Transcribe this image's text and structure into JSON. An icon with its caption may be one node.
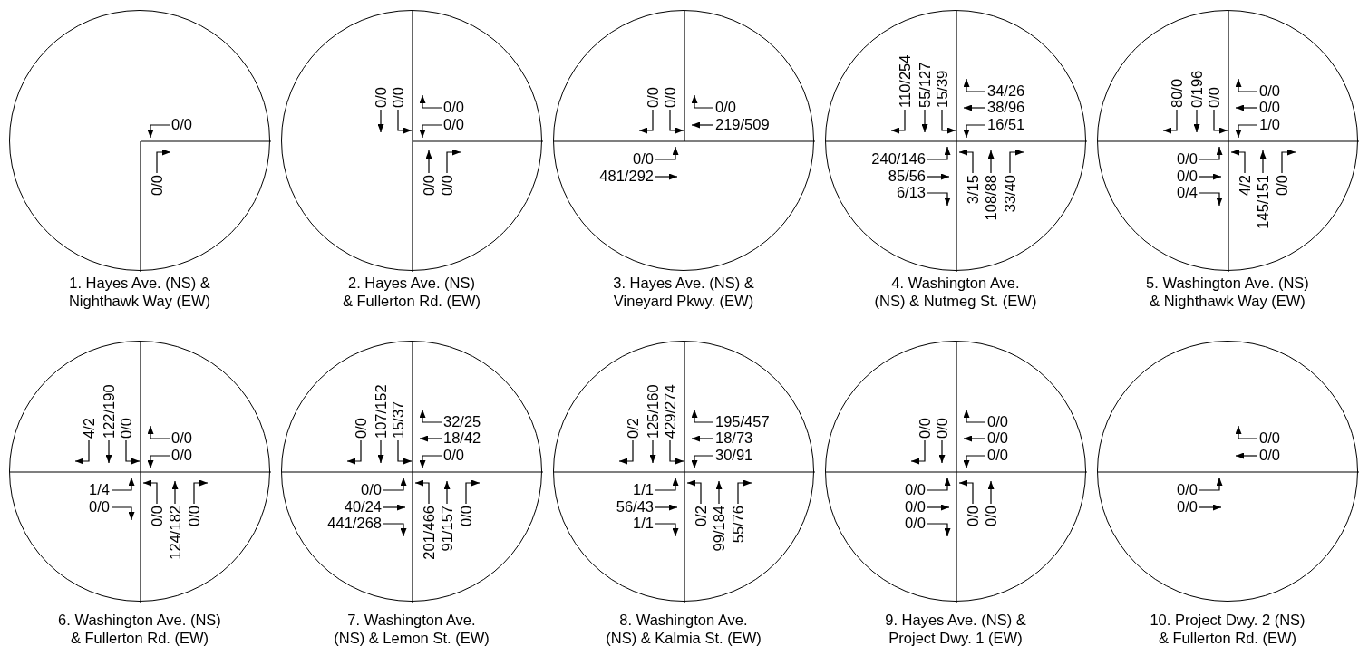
{
  "diagram": {
    "nodes": [
      {
        "text": [
          "1. Hayes Ave. (NS) & Nighthawk Way (EW)"
        ]
      },
      {
        "text": [
          "2. Hayes Ave. (NS) & Fullerton Rd. (EW)"
        ]
      },
      {
        "text": [
          "3. Hayes Ave. (NS) & Vineyard Pkwy. (EW)"
        ]
      },
      {
        "text": [
          "4. Washington Ave. (NS) & Nutmeg St. (EW)"
        ]
      },
      {
        "text": [
          "5. Washington Ave. (NS) & Nighthawk Way (EW)"
        ]
      },
      {
        "text": [
          "6. Washington Ave. (NS) & Fullerton Rd. (EW)"
        ]
      },
      {
        "text": [
          "7. Washington Ave. (NS) & Lemon St. (EW)"
        ]
      },
      {
        "text": [
          "8. Washington Ave. (NS) & Kalmia St. (EW)"
        ]
      },
      {
        "text": [
          "9. Hayes Ave. (NS) & Project Dwy. 1 (EW)"
        ]
      },
      {
        "text": [
          "10. Project Dwy. 2 (NS) & Fullerton Rd. (EW)"
        ]
      }
    ],
    "labels": [
      "0/0",
      "0/0",
      "0/0",
      "0/0",
      "0/0",
      "0/0",
      "0/0",
      "0/0",
      "0/0",
      "0/0",
      "0/0",
      "219/509",
      "0/0",
      "481/292",
      "110/254",
      "55/127",
      "15/39",
      "34/26",
      "38/96",
      "16/51",
      "240/146",
      "85/56",
      "6/13",
      "3/15",
      "108/88",
      "33/40",
      "80/0",
      "0/196",
      "0/0",
      "0/0",
      "0/0",
      "1/0",
      "0/0",
      "0/0",
      "0/4",
      "4/2",
      "145/151",
      "0/0",
      "4/2",
      "122/190",
      "0/0",
      "0/0",
      "0/0",
      "1/4",
      "0/0",
      "0/0",
      "124/182",
      "0/0",
      "0/0",
      "107/152",
      "15/37",
      "32/25",
      "18/42",
      "0/0",
      "0/0",
      "40/24",
      "441/268",
      "201/466",
      "91/157",
      "0/0",
      "0/2",
      "125/160",
      "429/274",
      "195/457",
      "18/73",
      "30/91",
      "1/1",
      "56/43",
      "1/1",
      "0/2",
      "99/184",
      "55/76",
      "0/0",
      "0/0",
      "0/0",
      "0/0",
      "0/0",
      "0/0",
      "0/0",
      "0/0",
      "0/0",
      "0/0",
      "0/0",
      "0/0",
      "0/0",
      "0/0"
    ]
  }
}
